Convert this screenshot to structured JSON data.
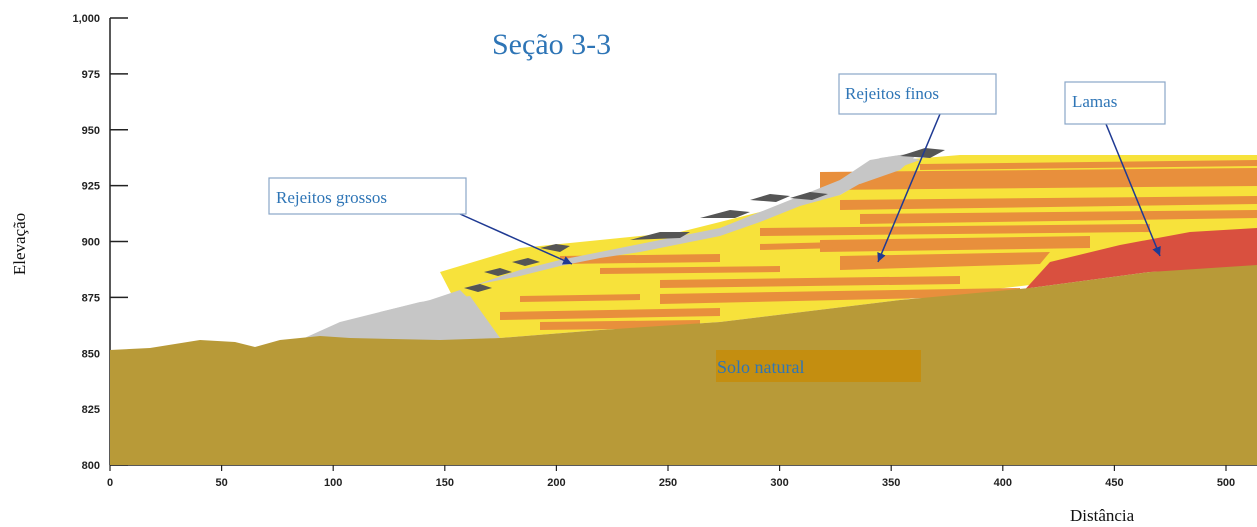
{
  "title": "Seção 3-3",
  "y_axis": {
    "label": "Elevação",
    "ticks": [
      "1,000",
      "975",
      "950",
      "925",
      "900",
      "875",
      "850",
      "825",
      "800"
    ]
  },
  "x_axis": {
    "label": "Distância",
    "ticks": [
      "0",
      "50",
      "100",
      "150",
      "200",
      "250",
      "300",
      "350",
      "400",
      "450",
      "500"
    ]
  },
  "labels": {
    "rejeitos_grossos": "Rejeitos grossos",
    "rejeitos_finos": "Rejeitos finos",
    "lamas": "Lamas",
    "solo_natural": "Solo natural"
  },
  "colors": {
    "solo_natural": "#b89a38",
    "rejeitos_yellow": "#f7e23b",
    "rejeitos_orange": "#e88f3c",
    "lamas": "#d9503f",
    "rejeitos_grossos": "#c6c6c6",
    "dark_cap": "#555555",
    "label_text": "#2e75b6",
    "arrow": "#1f3a93"
  }
}
